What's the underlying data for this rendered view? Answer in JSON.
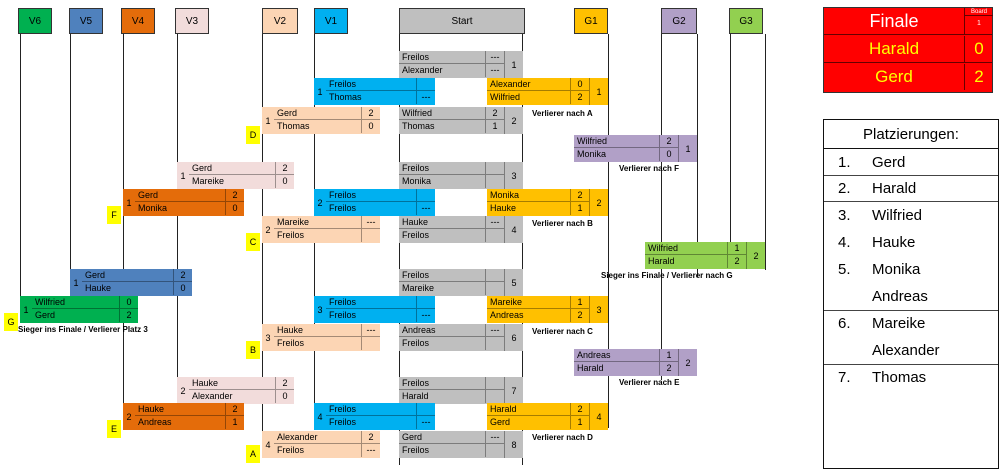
{
  "columns": [
    {
      "key": "V6",
      "label": "V6",
      "color": "#00b050"
    },
    {
      "key": "V5",
      "label": "V5",
      "color": "#4f81bd"
    },
    {
      "key": "V4",
      "label": "V4",
      "color": "#e46c0a"
    },
    {
      "key": "V3",
      "label": "V3",
      "color": "#f2dcdb"
    },
    {
      "key": "V2",
      "label": "V2",
      "color": "#fcd5b4"
    },
    {
      "key": "V1",
      "label": "V1",
      "color": "#00b0f0"
    },
    {
      "key": "Start",
      "label": "Start",
      "color": "#bfbfbf"
    },
    {
      "key": "G1",
      "label": "G1",
      "color": "#ffc000"
    },
    {
      "key": "G2",
      "label": "G2",
      "color": "#b1a0c7"
    },
    {
      "key": "G3",
      "label": "G3",
      "color": "#92d050"
    }
  ],
  "matches": [
    {
      "id": "s1",
      "col": "Start",
      "num": "1",
      "players": [
        {
          "name": "Freilos",
          "score": "---"
        },
        {
          "name": "Alexander",
          "score": "---"
        }
      ]
    },
    {
      "id": "s2",
      "col": "Start",
      "num": "2",
      "players": [
        {
          "name": "Wilfried",
          "score": "2"
        },
        {
          "name": "Thomas",
          "score": "1"
        }
      ]
    },
    {
      "id": "s3",
      "col": "Start",
      "num": "3",
      "players": [
        {
          "name": "Freilos",
          "score": ""
        },
        {
          "name": "Monika",
          "score": ""
        }
      ]
    },
    {
      "id": "s4",
      "col": "Start",
      "num": "4",
      "players": [
        {
          "name": "Hauke",
          "score": "---"
        },
        {
          "name": "Freilos",
          "score": ""
        }
      ]
    },
    {
      "id": "s5",
      "col": "Start",
      "num": "5",
      "players": [
        {
          "name": "Freilos",
          "score": ""
        },
        {
          "name": "Mareike",
          "score": ""
        }
      ]
    },
    {
      "id": "s6",
      "col": "Start",
      "num": "6",
      "players": [
        {
          "name": "Andreas",
          "score": "---"
        },
        {
          "name": "Freilos",
          "score": ""
        }
      ]
    },
    {
      "id": "s7",
      "col": "Start",
      "num": "7",
      "players": [
        {
          "name": "Freilos",
          "score": ""
        },
        {
          "name": "Harald",
          "score": ""
        }
      ]
    },
    {
      "id": "s8",
      "col": "Start",
      "num": "8",
      "players": [
        {
          "name": "Gerd",
          "score": "---"
        },
        {
          "name": "Freilos",
          "score": ""
        }
      ]
    },
    {
      "id": "v1a",
      "col": "V1",
      "num": "1",
      "players": [
        {
          "name": "Freilos",
          "score": ""
        },
        {
          "name": "Thomas",
          "score": "---"
        }
      ]
    },
    {
      "id": "v1b",
      "col": "V1",
      "num": "2",
      "players": [
        {
          "name": "Freilos",
          "score": ""
        },
        {
          "name": "Freilos",
          "score": "---"
        }
      ]
    },
    {
      "id": "v1c",
      "col": "V1",
      "num": "3",
      "players": [
        {
          "name": "Freilos",
          "score": ""
        },
        {
          "name": "Freilos",
          "score": "---"
        }
      ]
    },
    {
      "id": "v1d",
      "col": "V1",
      "num": "4",
      "players": [
        {
          "name": "Freilos",
          "score": ""
        },
        {
          "name": "Freilos",
          "score": "---"
        }
      ]
    },
    {
      "id": "g1a",
      "col": "G1",
      "num": "1",
      "players": [
        {
          "name": "Alexander",
          "score": "0"
        },
        {
          "name": "Wilfried",
          "score": "2"
        }
      ]
    },
    {
      "id": "g1b",
      "col": "G1",
      "num": "2",
      "players": [
        {
          "name": "Monika",
          "score": "2"
        },
        {
          "name": "Hauke",
          "score": "1"
        }
      ]
    },
    {
      "id": "g1c",
      "col": "G1",
      "num": "3",
      "players": [
        {
          "name": "Mareike",
          "score": "1"
        },
        {
          "name": "Andreas",
          "score": "2"
        }
      ]
    },
    {
      "id": "g1d",
      "col": "G1",
      "num": "4",
      "players": [
        {
          "name": "Harald",
          "score": "2"
        },
        {
          "name": "Gerd",
          "score": "1"
        }
      ]
    },
    {
      "id": "v2a",
      "col": "V2",
      "num": "1",
      "players": [
        {
          "name": "Gerd",
          "score": "2"
        },
        {
          "name": "Thomas",
          "score": "0"
        }
      ]
    },
    {
      "id": "v2b",
      "col": "V2",
      "num": "2",
      "players": [
        {
          "name": "Mareike",
          "score": "---"
        },
        {
          "name": "Freilos",
          "score": ""
        }
      ]
    },
    {
      "id": "v2c",
      "col": "V2",
      "num": "3",
      "players": [
        {
          "name": "Hauke",
          "score": "---"
        },
        {
          "name": "Freilos",
          "score": ""
        }
      ]
    },
    {
      "id": "v2d",
      "col": "V2",
      "num": "4",
      "players": [
        {
          "name": "Alexander",
          "score": "2"
        },
        {
          "name": "Freilos",
          "score": "---"
        }
      ]
    },
    {
      "id": "g2a",
      "col": "G2",
      "num": "1",
      "players": [
        {
          "name": "Wilfried",
          "score": "2"
        },
        {
          "name": "Monika",
          "score": "0"
        }
      ]
    },
    {
      "id": "g2b",
      "col": "G2",
      "num": "2",
      "players": [
        {
          "name": "Andreas",
          "score": "1"
        },
        {
          "name": "Harald",
          "score": "2"
        }
      ]
    },
    {
      "id": "v3a",
      "col": "V3",
      "num": "1",
      "players": [
        {
          "name": "Gerd",
          "score": "2"
        },
        {
          "name": "Mareike",
          "score": "0"
        }
      ]
    },
    {
      "id": "v3b",
      "col": "V3",
      "num": "2",
      "players": [
        {
          "name": "Hauke",
          "score": "2"
        },
        {
          "name": "Alexander",
          "score": "0"
        }
      ]
    },
    {
      "id": "v4a",
      "col": "V4",
      "num": "1",
      "players": [
        {
          "name": "Gerd",
          "score": "2"
        },
        {
          "name": "Monika",
          "score": "0"
        }
      ]
    },
    {
      "id": "v4b",
      "col": "V4",
      "num": "2",
      "players": [
        {
          "name": "Hauke",
          "score": "2"
        },
        {
          "name": "Andreas",
          "score": "1"
        }
      ]
    },
    {
      "id": "g3",
      "col": "G3",
      "num": "2",
      "players": [
        {
          "name": "Wilfried",
          "score": "1"
        },
        {
          "name": "Harald",
          "score": "2"
        }
      ]
    },
    {
      "id": "v5",
      "col": "V5",
      "num": "1",
      "players": [
        {
          "name": "Gerd",
          "score": "2"
        },
        {
          "name": "Hauke",
          "score": "0"
        }
      ]
    },
    {
      "id": "v6",
      "col": "V6",
      "num": "1",
      "players": [
        {
          "name": "Wilfried",
          "score": "0"
        },
        {
          "name": "Gerd",
          "score": "2"
        }
      ]
    }
  ],
  "group_labels": [
    "D",
    "C",
    "B",
    "A",
    "F",
    "E",
    "G"
  ],
  "notes": [
    "Verlierer nach A",
    "Verlierer nach F",
    "Verlierer nach B",
    "Sieger ins Finale / Verlierer nach G",
    "Sieger ins Finale / Verlierer Platz 3",
    "Verlierer nach C",
    "Verlierer nach E",
    "Verlierer nach D"
  ],
  "finale": {
    "title": "Finale",
    "board_label": "Board",
    "board_number": "1",
    "players": [
      {
        "name": "Harald",
        "score": "0"
      },
      {
        "name": "Gerd",
        "score": "2"
      }
    ]
  },
  "placings": {
    "title": "Platzierungen:",
    "entries": [
      {
        "rank": "1.",
        "names": [
          "Gerd"
        ]
      },
      {
        "rank": "2.",
        "names": [
          "Harald"
        ]
      },
      {
        "rank": "3.",
        "names": [
          "Wilfried"
        ]
      },
      {
        "rank": "4.",
        "names": [
          "Hauke"
        ]
      },
      {
        "rank": "5.",
        "names": [
          "Monika",
          "Andreas"
        ]
      },
      {
        "rank": "6.",
        "names": [
          "Mareike",
          "Alexander"
        ]
      },
      {
        "rank": "7.",
        "names": [
          "Thomas"
        ]
      }
    ]
  }
}
